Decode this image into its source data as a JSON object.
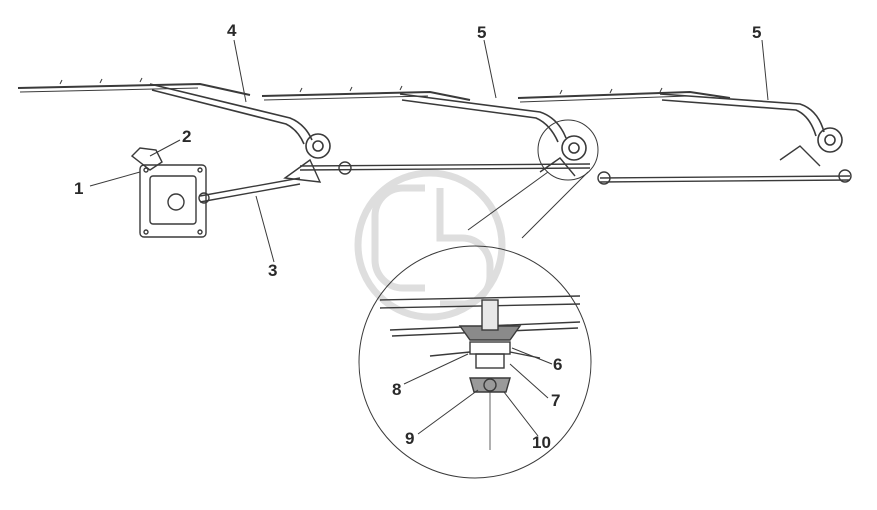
{
  "callouts": {
    "c1": "1",
    "c2": "2",
    "c3": "3",
    "c4": "4",
    "c5a": "5",
    "c5b": "5",
    "c6": "6",
    "c7": "7",
    "c8": "8",
    "c9": "9",
    "c10": "10"
  },
  "colors": {
    "line": "#3a3a3a",
    "watermark": "#dcdcdc",
    "background": "#ffffff"
  }
}
